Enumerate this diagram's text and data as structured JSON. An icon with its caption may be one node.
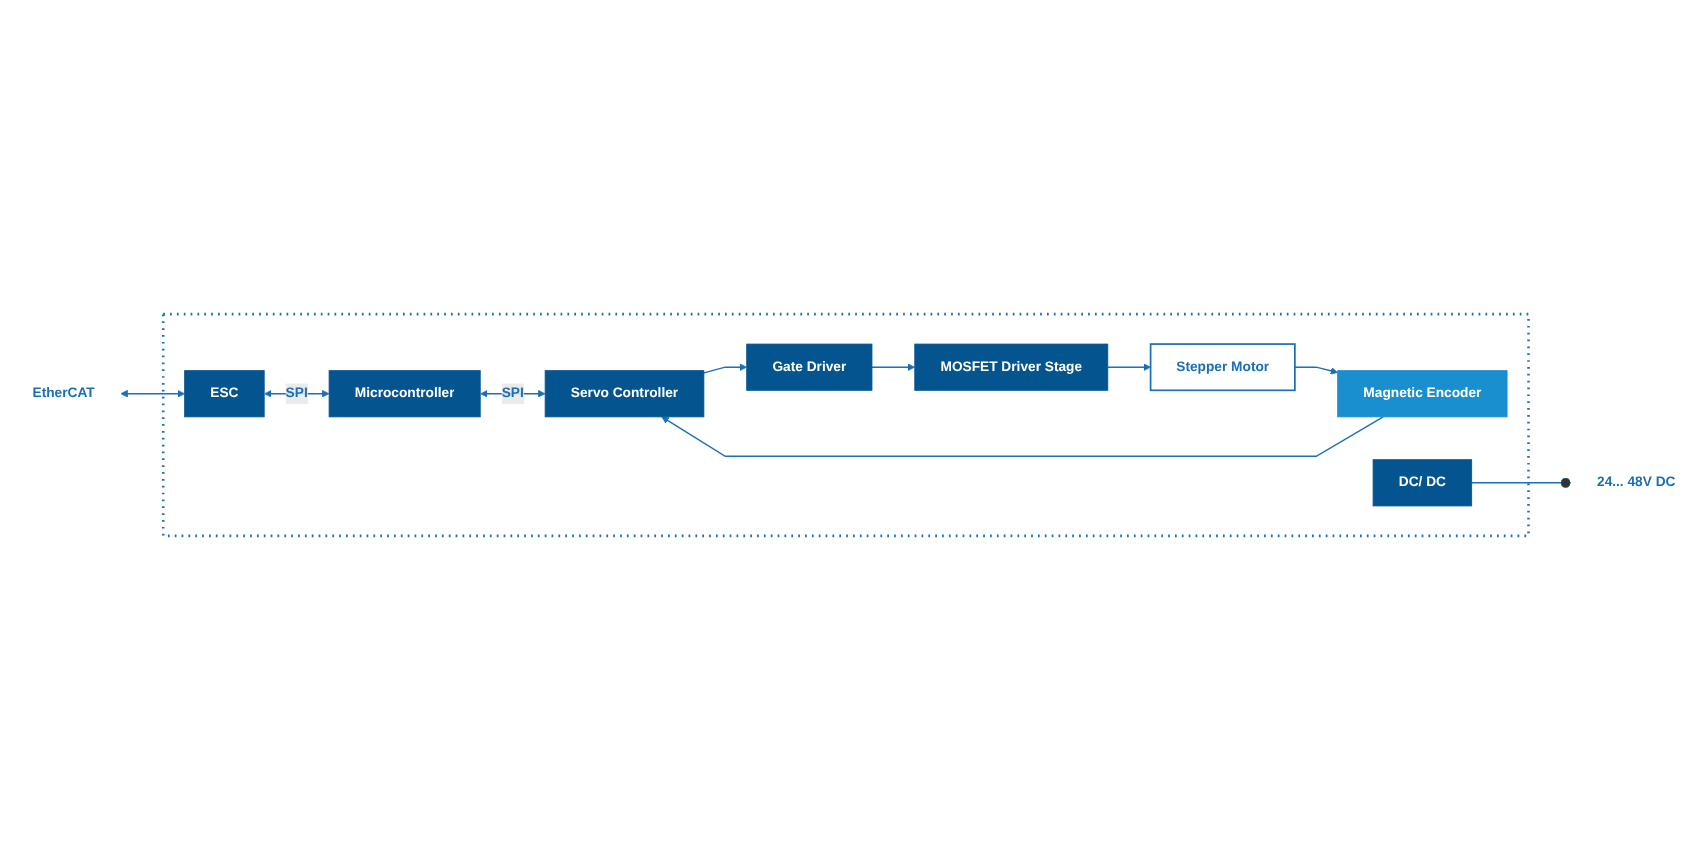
{
  "diagram": {
    "nodes": [
      {
        "text": [],
        "shape": "box"
      },
      {
        "text": [
          "EtherCAT"
        ]
      },
      {
        "text": [
          "ESC"
        ],
        "in": 0
      },
      {
        "text": [
          "Microcontroller"
        ],
        "in": 0
      },
      {
        "text": [
          "Servo Controller"
        ],
        "in": 0
      },
      {
        "text": [
          "Gate Driver"
        ],
        "in": 0
      },
      {
        "text": [
          "MOSFET Driver Stage"
        ],
        "in": 0
      },
      {
        "text": [
          "Stepper Motor"
        ],
        "in": 0
      },
      {
        "text": [
          "Magnetic Encoder"
        ],
        "in": 0
      },
      {
        "text": [
          "DC/ DC"
        ],
        "in": 0
      },
      {
        "text": [
          "24... 48V DC"
        ]
      }
    ],
    "edges": [
      {
        "from": 1,
        "to": 2,
        "arrow": "both"
      },
      {
        "from": 2,
        "to": 3,
        "arrow": "both",
        "label": "SPI"
      },
      {
        "from": 3,
        "to": 4,
        "arrow": "both",
        "label": "SPI"
      },
      {
        "from": 4,
        "to": 5,
        "arrow": "to"
      },
      {
        "from": 5,
        "to": 6,
        "arrow": "to"
      },
      {
        "from": 6,
        "to": 7,
        "arrow": "to"
      },
      {
        "from": 7,
        "to": 8,
        "arrow": "to"
      },
      {
        "from": 8,
        "to": 4,
        "arrow": "to"
      },
      {
        "from": 9,
        "to": 10,
        "arrow": "other"
      }
    ]
  }
}
